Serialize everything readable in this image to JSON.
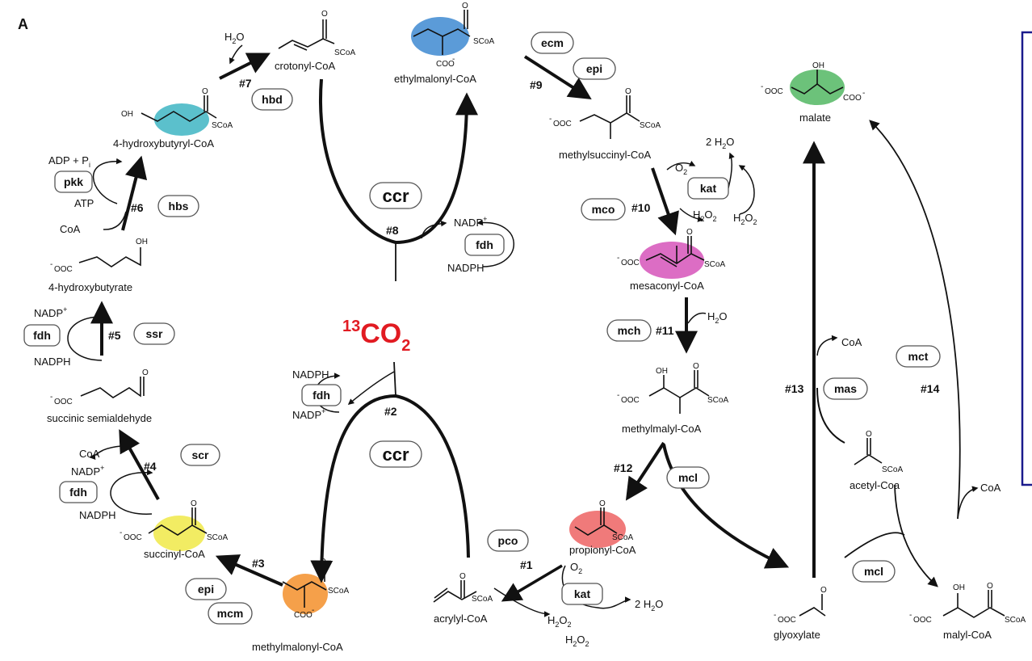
{
  "panel_label": "A",
  "center": {
    "co2_mass": "13",
    "co2_label": "CO",
    "co2_sub": "2"
  },
  "compounds": {
    "crotonyl": "crotonyl-CoA",
    "ethylmalonyl": "ethylmalonyl-CoA",
    "hydroxybutyryl": "4-hydroxybutyryl-CoA",
    "hydroxybutyrate": "4-hydroxybutyrate",
    "succ_semi": "succinic semialdehyde",
    "succinyl": "succinyl-CoA",
    "methylmalonyl": "methylmalonyl-CoA",
    "acrylyl": "acrylyl-CoA",
    "propionyl": "propionyl-CoA",
    "methylsuccinyl": "methylsuccinyl-CoA",
    "mesaconyl": "mesaconyl-CoA",
    "methylmalyl": "methylmalyl-CoA",
    "glyoxylate": "glyoxylate",
    "acetyl": "acetyl-Coa",
    "malyl": "malyl-CoA",
    "malate": "malate"
  },
  "enzymes": {
    "hbd": "hbd",
    "pkk": "pkk",
    "hbs": "hbs",
    "ssr": "ssr",
    "scr": "scr",
    "epi_left": "epi",
    "mcm": "mcm",
    "pco": "pco",
    "kat_bottom": "kat",
    "ecm": "ecm",
    "epi_right": "epi",
    "kat_right": "kat",
    "mco": "mco",
    "mch": "mch",
    "mcl_mid": "mcl",
    "mas": "mas",
    "mct": "mct",
    "mcl_bottom": "mcl",
    "ccr_top": "ccr",
    "ccr_bottom": "ccr",
    "fdh": "fdh"
  },
  "steps": [
    "#1",
    "#2",
    "#3",
    "#4",
    "#5",
    "#6",
    "#7",
    "#8",
    "#9",
    "#10",
    "#11",
    "#12",
    "#13",
    "#14"
  ],
  "cofactors": {
    "h2o": "H",
    "h2o_sub": "2",
    "h2o_o": "O",
    "adp_pi": "ADP + P",
    "pi_sub": "i",
    "atp": "ATP",
    "coa": "CoA",
    "nadp_plus": "NADP",
    "plus": "+",
    "nadph": "NADPH",
    "o2": "O",
    "o2_sub": "2",
    "h2o2": "H",
    "h2o2_sub": "2",
    "h2o2_o": "O",
    "h2o2_sub2": "2",
    "two_h2o": "2 H",
    "two_h2o_sub": "2",
    "two_h2o_o": "O"
  },
  "groups": {
    "scoa": "SCoA",
    "coo": "COO",
    "minus": "-",
    "ooc": "OOC",
    "oh": "OH",
    "o": "O"
  },
  "colors": {
    "teal": "#5bc0cc",
    "blue": "#5b9bd8",
    "magenta": "#dc6dc4",
    "green": "#6cc27a",
    "yellow": "#f2ec63",
    "orange": "#f5a04a",
    "red": "#f07a7a",
    "co2": "#e11b22",
    "border": "#1a1a8c"
  }
}
